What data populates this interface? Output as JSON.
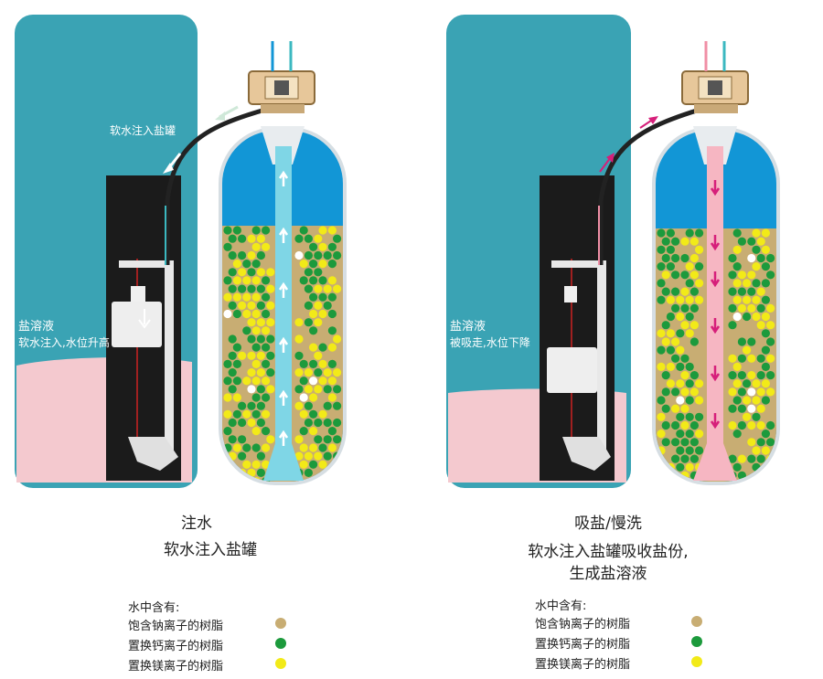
{
  "colors": {
    "sodium": "#c8ad73",
    "calcium": "#1c9a3c",
    "magnesium": "#f2ea18",
    "teal": "#3aa3b4",
    "brine": "#f4c9cf",
    "water": "#1296d6"
  },
  "panels": [
    {
      "label_inflow": "软水注入盐罐",
      "label_brine": "盐溶液",
      "label_brine_note": "软水注入,水位升高",
      "title": "注水",
      "subtitle_lines": [
        "软水注入盐罐"
      ],
      "legend_heading": "水中含有:",
      "legend": [
        {
          "label": "饱含钠离子的树脂",
          "color_key": "sodium"
        },
        {
          "label": "置换钙离子的树脂",
          "color_key": "calcium"
        },
        {
          "label": "置换镁离子的树脂",
          "color_key": "magnesium"
        }
      ]
    },
    {
      "label_brine": "盐溶液",
      "label_brine_note": "被吸走,水位下降",
      "title": "吸盐/慢洗",
      "subtitle_lines": [
        "软水注入盐罐吸收盐份,",
        "生成盐溶液"
      ],
      "legend_heading": "水中含有:",
      "legend": [
        {
          "label": "饱含钠离子的树脂",
          "color_key": "sodium"
        },
        {
          "label": "置换钙离子的树脂",
          "color_key": "calcium"
        },
        {
          "label": "置换镁离子的树脂",
          "color_key": "magnesium"
        }
      ]
    }
  ]
}
